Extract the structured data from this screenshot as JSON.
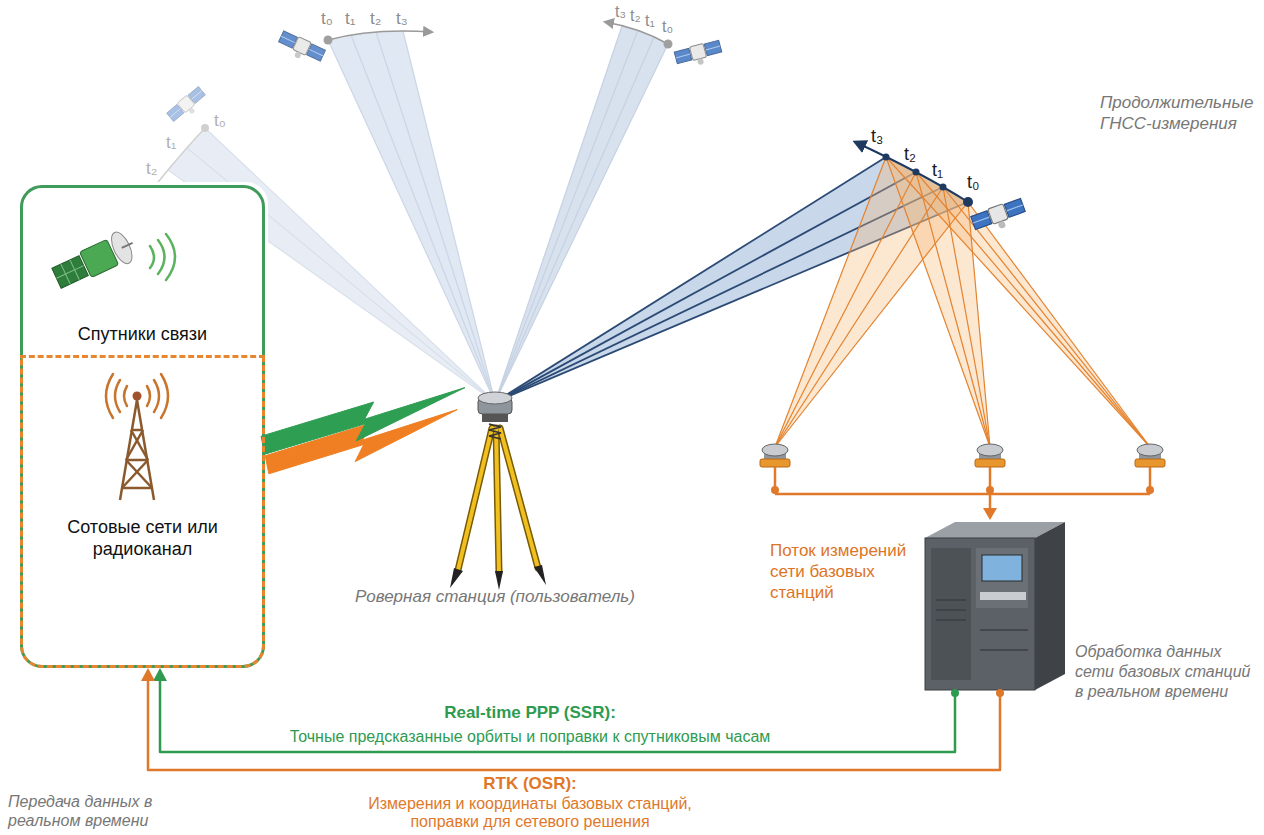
{
  "diagram": {
    "nodes": [
      {
        "text": [
          "Спутники связи"
        ]
      },
      {
        "text": [
          "Сотовые сети или радиоканал"
        ],
        "in": 0
      },
      {
        "text": [
          "Роверная станция (пользователь)"
        ]
      },
      {
        "text": [
          "Обработка данных сети базовых станций в реальном времени"
        ]
      }
    ],
    "edges": [
      {
        "from": 0,
        "to": 2,
        "arrow": "none"
      },
      {
        "from": 3,
        "to": 0,
        "label": "Real-time PPP (SSR):",
        "arrow": "to"
      },
      {
        "from": 3,
        "to": 1,
        "label": "RTK (OSR):",
        "arrow": "to"
      }
    ],
    "labels": [
      "Продолжительные ГНСС-измерения",
      "t₀",
      "t₁",
      "t₂",
      "t₀",
      "t₁",
      "t₂",
      "t₃",
      "t₃",
      "t₂",
      "t₁",
      "t₀",
      "t₃",
      "t₂",
      "t₁",
      "t₀",
      "Поток измерений сети базовых станций",
      "Точные предсказанные орбиты и поправки к спутниковым часам",
      "Измерения и координаты базовых станций, поправки для сетевого решения",
      "Передача данных в реальном времени"
    ]
  }
}
